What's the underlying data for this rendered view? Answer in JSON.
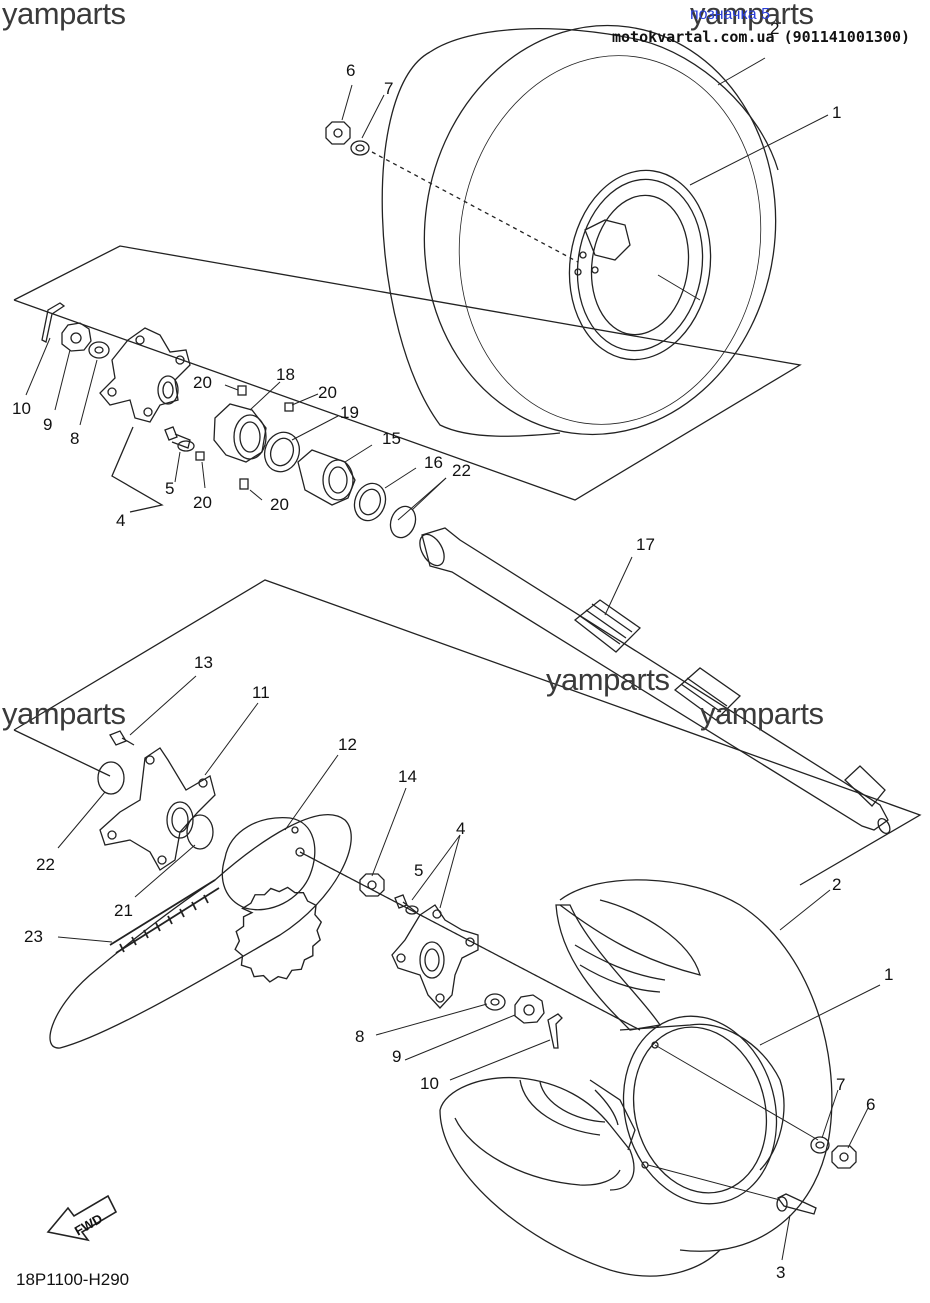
{
  "header": {
    "link_text": "позначка 5",
    "site_text": "motokvartal.com.ua (901141001300)"
  },
  "watermarks": [
    "yamparts",
    "yamparts",
    "yamparts",
    "yamparts",
    "yamparts"
  ],
  "diagram_code": "18P1100-H290",
  "fwd_label": "FWD",
  "callouts": {
    "upper_tire": "2",
    "upper_rim": "1",
    "upper_nut": "6",
    "upper_washer": "7",
    "cotter_pin_upper": "10",
    "castle_nut_upper": "9",
    "washer_upper": "8",
    "hub_upper": "4",
    "bolt_upper": "5",
    "set_screw_a": "20",
    "set_screw_b": "20",
    "set_screw_c": "20",
    "set_screw_d": "20",
    "axle_holder": "18",
    "seal_19": "19",
    "bearing_15": "15",
    "seal_16": "16",
    "circlip_22_upper": "22",
    "axle_17": "17",
    "bolt_13": "13",
    "sprocket_hub_11": "11",
    "sprocket_12": "12",
    "oring_22_lower": "22",
    "oring_21": "21",
    "chain_23": "23",
    "nut_14": "14",
    "hub_lower": "4",
    "bolt_lower": "5",
    "washer_lower": "8",
    "castle_nut_lower": "9",
    "cotter_pin_lower": "10",
    "lower_tire": "2",
    "lower_rim": "1",
    "lower_washer": "7",
    "lower_nut": "6",
    "valve_3": "3"
  }
}
